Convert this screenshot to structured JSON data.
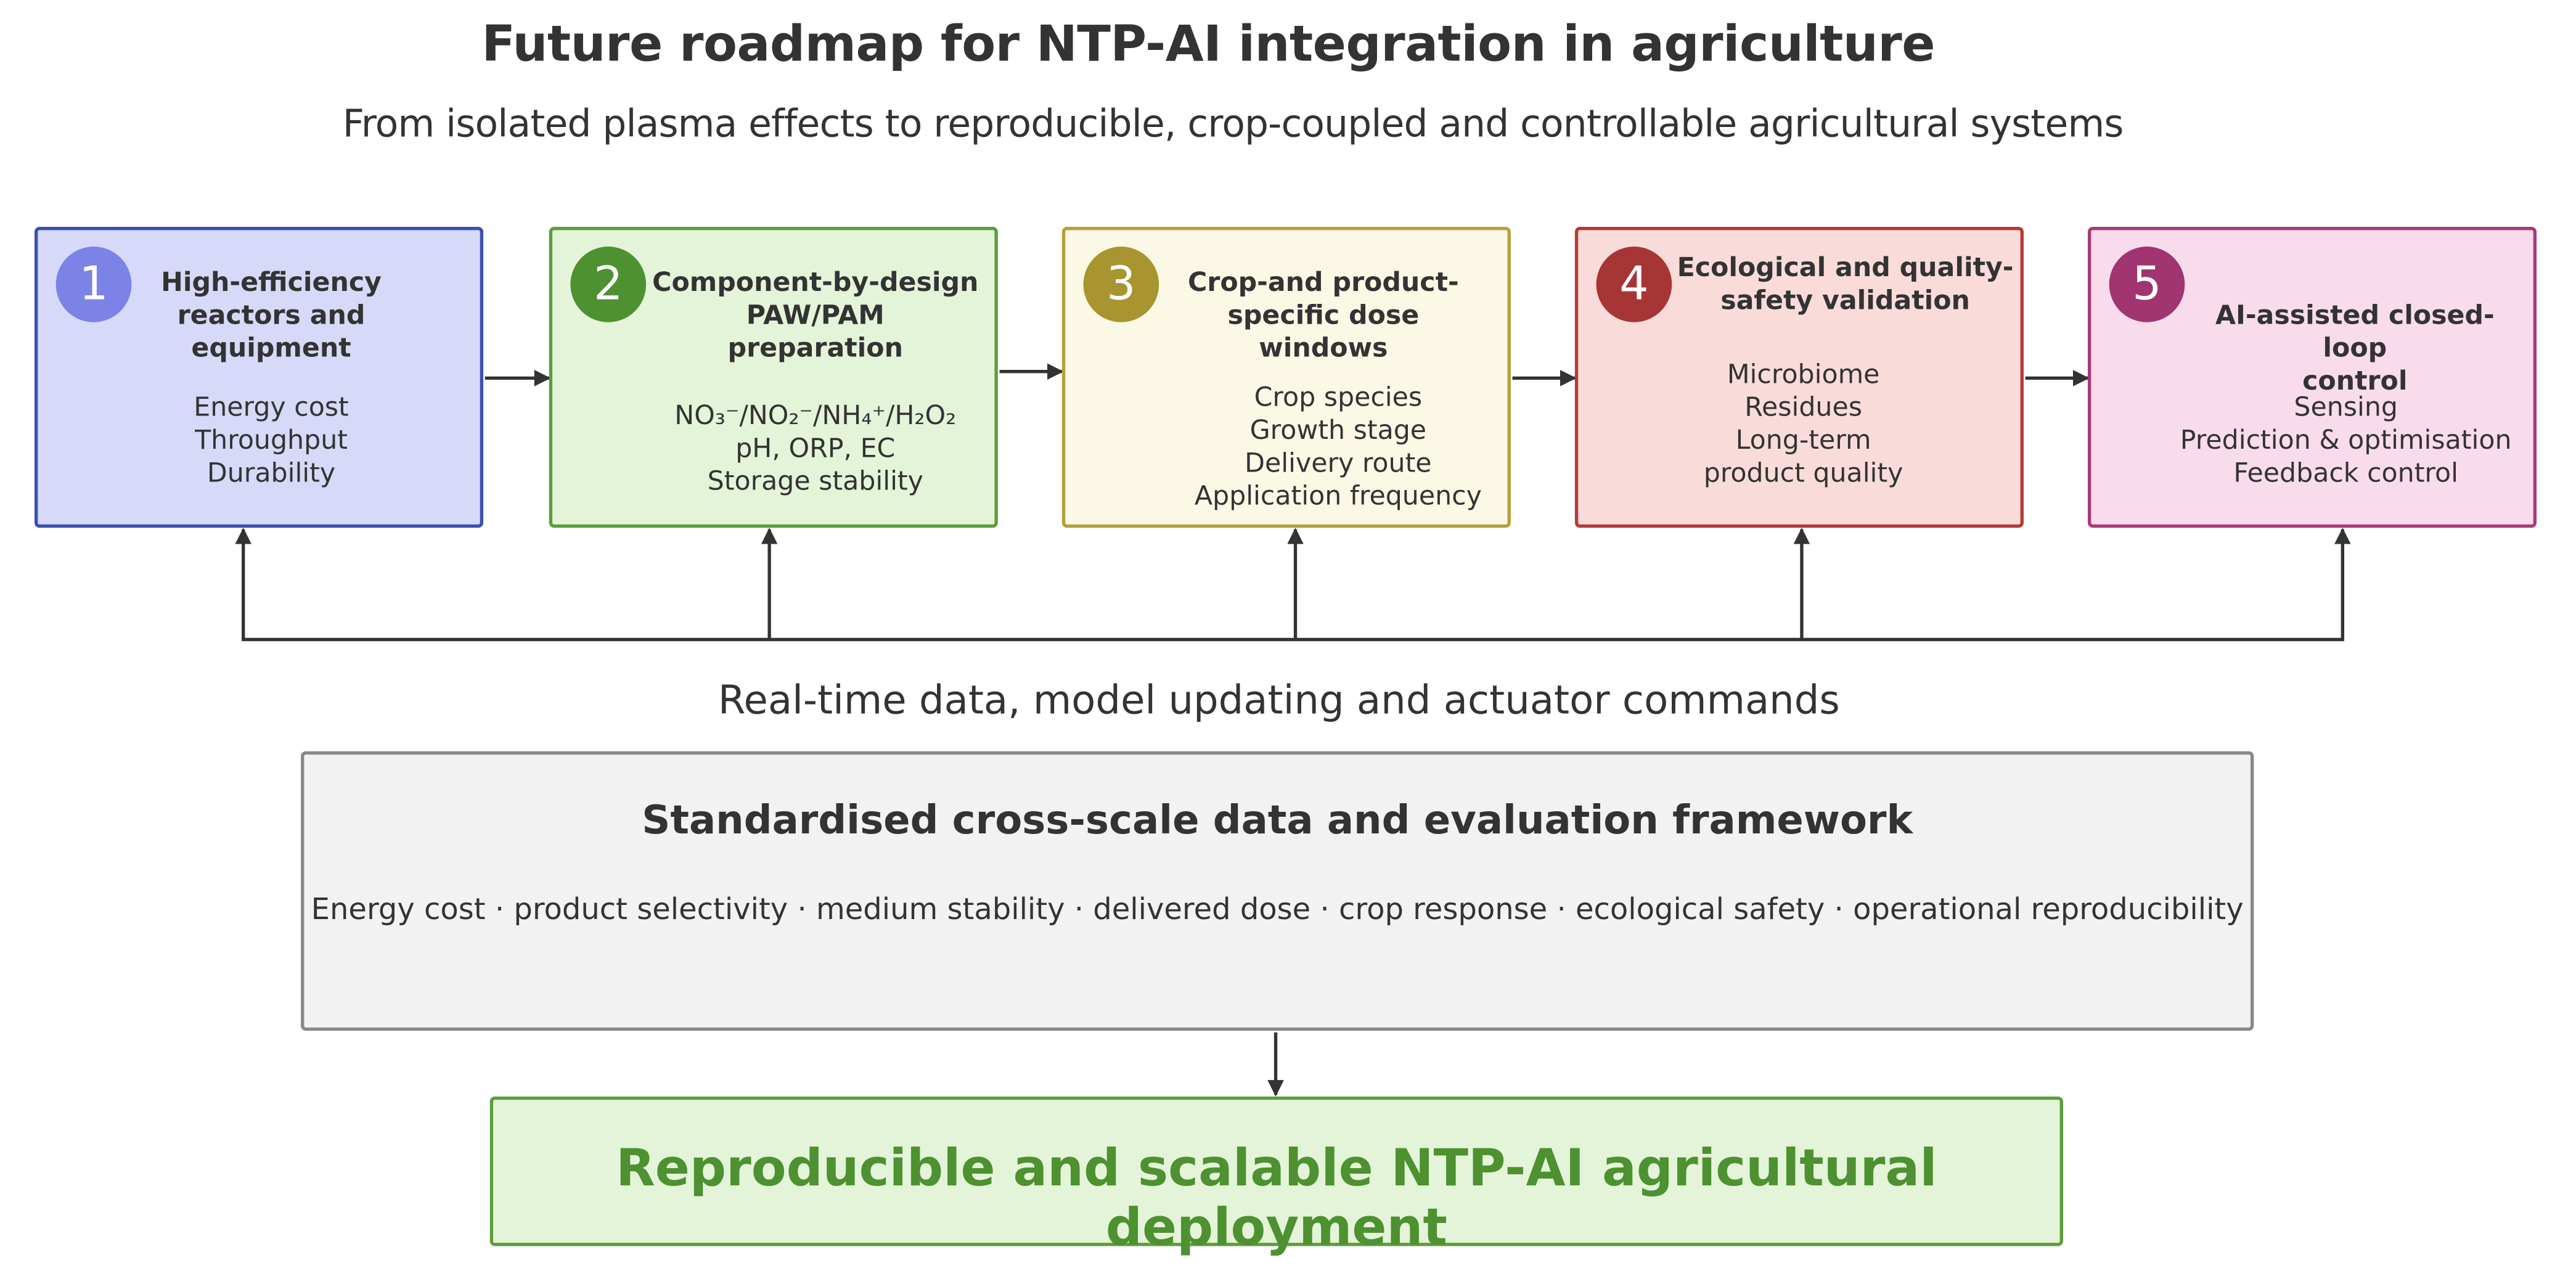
{
  "title": "Future roadmap for NTP-AI integration in agriculture",
  "subtitle": "From isolated plasma effects to reproducible, crop-coupled and controllable agricultural systems",
  "stages": [
    {
      "number": "1",
      "title": [
        "High-efficiency",
        "reactors and",
        "equipment"
      ],
      "items": [
        "Energy cost",
        "Throughput",
        "Durability"
      ],
      "fill": "#d6d9f7",
      "border": "#3b4fb0",
      "badge": "#7b83e6"
    },
    {
      "number": "2",
      "title": [
        "Component-by-design",
        "PAW/PAM",
        "preparation"
      ],
      "items": [
        "NO₃⁻/NO₂⁻/NH₄⁺/H₂O₂",
        "pH, ORP, EC",
        "Storage stability"
      ],
      "fill": "#e4f4d9",
      "border": "#5c9e3a",
      "badge": "#4e9130"
    },
    {
      "number": "3",
      "title": [
        "Crop-and product-",
        "specific dose",
        "windows"
      ],
      "items": [
        "Crop species",
        "Growth stage",
        "Delivery route",
        "Application frequency"
      ],
      "fill": "#fcf8e6",
      "border": "#b5a03a",
      "badge": "#a8952f"
    },
    {
      "number": "4",
      "title": [
        "Ecological and quality-",
        "safety validation"
      ],
      "items": [
        "Microbiome",
        "Residues",
        "Long-term",
        "product quality"
      ],
      "fill": "#f9dcda",
      "border": "#b33a3a",
      "badge": "#a83535"
    },
    {
      "number": "5",
      "title": [
        "AI-assisted closed-loop",
        "control"
      ],
      "items": [
        "Sensing",
        "Prediction & optimisation",
        "Feedback control"
      ],
      "fill": "#f9dcec",
      "border": "#a83a7a",
      "badge": "#a03572"
    }
  ],
  "feedback_label": "Real-time data, model updating and actuator commands",
  "framework": {
    "title": "Standardised cross-scale data and evaluation framework",
    "metrics": "Energy cost · product selectivity · medium stability · delivered dose · crop response · ecological safety · operational reproducibility"
  },
  "deployment": {
    "title": "Reproducible and scalable NTP-AI agricultural deployment"
  },
  "colors": {
    "connector": "#333333",
    "framework_border": "#888888",
    "framework_fill": "#f2f2f2",
    "deployment_text": "#4e9130"
  }
}
